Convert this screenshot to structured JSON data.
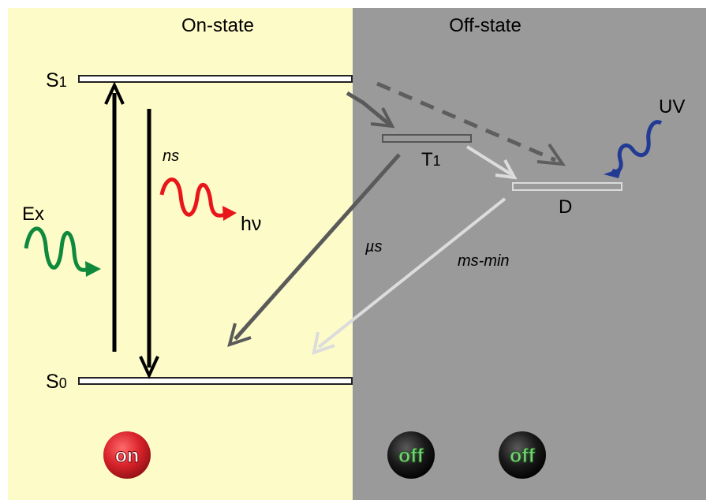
{
  "panels": {
    "on_title": "On-state",
    "off_title": "Off-state"
  },
  "levels": {
    "s1": {
      "base": "S",
      "sub": "1"
    },
    "s0": {
      "base": "S",
      "sub": "0"
    },
    "t1": {
      "base": "T",
      "sub": "1"
    },
    "d": "D"
  },
  "labels": {
    "excitation": "Ex",
    "emission": "hν",
    "ns": "ns",
    "us": "µs",
    "ms_min": "ms-min",
    "uv": "UV"
  },
  "badges": {
    "on": "on",
    "off_1": "off",
    "off_2": "off"
  },
  "colors": {
    "on_background": "#fdfbc8",
    "off_background": "#9a9a9a",
    "excitation_wave": "#0f8a3c",
    "emission_wave": "#e8161b",
    "uv_wave": "#233a95",
    "on_badge": "#d8222a",
    "off_badge": "#141414",
    "off_text": "#7ad27a"
  }
}
